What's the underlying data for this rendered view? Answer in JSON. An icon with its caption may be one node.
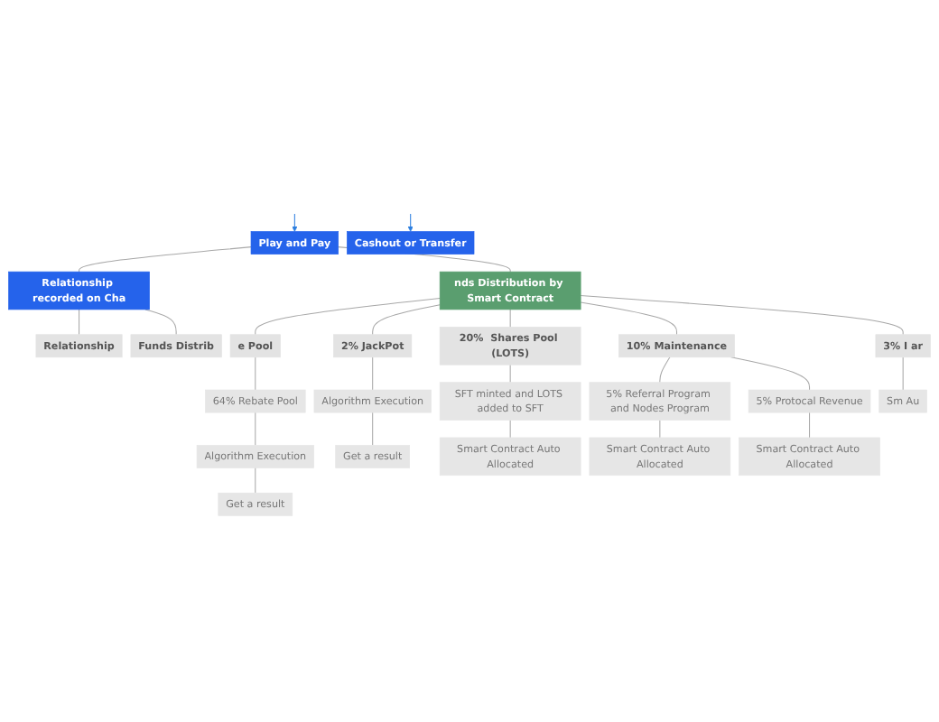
{
  "diagram": {
    "nodes": [
      {
        "text": [
          "Play and Pay"
        ]
      },
      {
        "text": [
          "nds Distribution by Smart Contract"
        ]
      },
      {
        "text": [
          "Relationship recorded on Cha"
        ]
      },
      {
        "text": [
          "Relationship"
        ]
      },
      {
        "text": [
          "Funds Distrib"
        ]
      },
      {
        "text": [
          "e Pool"
        ]
      },
      {
        "text": [
          "64% Rebate Pool"
        ]
      },
      {
        "text": [
          "Algorithm Execution"
        ]
      },
      {
        "text": [
          "Get a result"
        ]
      },
      {
        "text": [
          "2% JackPot"
        ]
      },
      {
        "text": [
          "Algorithm Execution"
        ]
      },
      {
        "text": [
          "Get a result"
        ]
      },
      {
        "text": [
          "20%  Shares Pool (LOTS)"
        ]
      },
      {
        "text": [
          "SFT minted and LOTS added to SFT"
        ]
      },
      {
        "text": [
          "Smart Contract Auto Allocated"
        ]
      },
      {
        "text": [
          "10% Maintenance"
        ]
      },
      {
        "text": [
          "5% Referral Program and Nodes Program"
        ]
      },
      {
        "text": [
          "5% Protocal Revenue"
        ]
      },
      {
        "text": [
          "Smart Contract Auto Allocated"
        ]
      },
      {
        "text": [
          "Smart Contract Auto Allocated"
        ]
      },
      {
        "text": [
          "3% I ar"
        ]
      },
      {
        "text": [
          "Sm Au"
        ]
      },
      {
        "text": [
          "Cashout or Transfer"
        ]
      }
    ],
    "edges": [
      {
        "from": 0,
        "to": 1,
        "arrow": "none"
      },
      {
        "from": 0,
        "to": 2,
        "arrow": "none"
      },
      {
        "from": 2,
        "to": 3,
        "arrow": "none"
      },
      {
        "from": 2,
        "to": 4,
        "arrow": "none"
      },
      {
        "from": 1,
        "to": 5,
        "arrow": "none"
      },
      {
        "from": 1,
        "to": 9,
        "arrow": "none"
      },
      {
        "from": 1,
        "to": 12,
        "arrow": "none"
      },
      {
        "from": 1,
        "to": 15,
        "arrow": "none"
      },
      {
        "from": 1,
        "to": 20,
        "arrow": "none"
      },
      {
        "from": 5,
        "to": 6,
        "arrow": "none"
      },
      {
        "from": 6,
        "to": 7,
        "arrow": "none"
      },
      {
        "from": 7,
        "to": 8,
        "arrow": "none"
      },
      {
        "from": 9,
        "to": 10,
        "arrow": "none"
      },
      {
        "from": 10,
        "to": 11,
        "arrow": "none"
      },
      {
        "from": 12,
        "to": 13,
        "arrow": "none"
      },
      {
        "from": 13,
        "to": 14,
        "arrow": "none"
      },
      {
        "from": 15,
        "to": 16,
        "arrow": "none"
      },
      {
        "from": 15,
        "to": 17,
        "arrow": "none"
      },
      {
        "from": 16,
        "to": 18,
        "arrow": "none"
      },
      {
        "from": 17,
        "to": 19,
        "arrow": "none"
      },
      {
        "from": 20,
        "to": 21,
        "arrow": "none"
      },
      {
        "from": null,
        "to": 0,
        "arrow": "to",
        "color": "#2d7fe0"
      },
      {
        "from": null,
        "to": 22,
        "arrow": "to",
        "color": "#2d7fe0"
      }
    ]
  }
}
